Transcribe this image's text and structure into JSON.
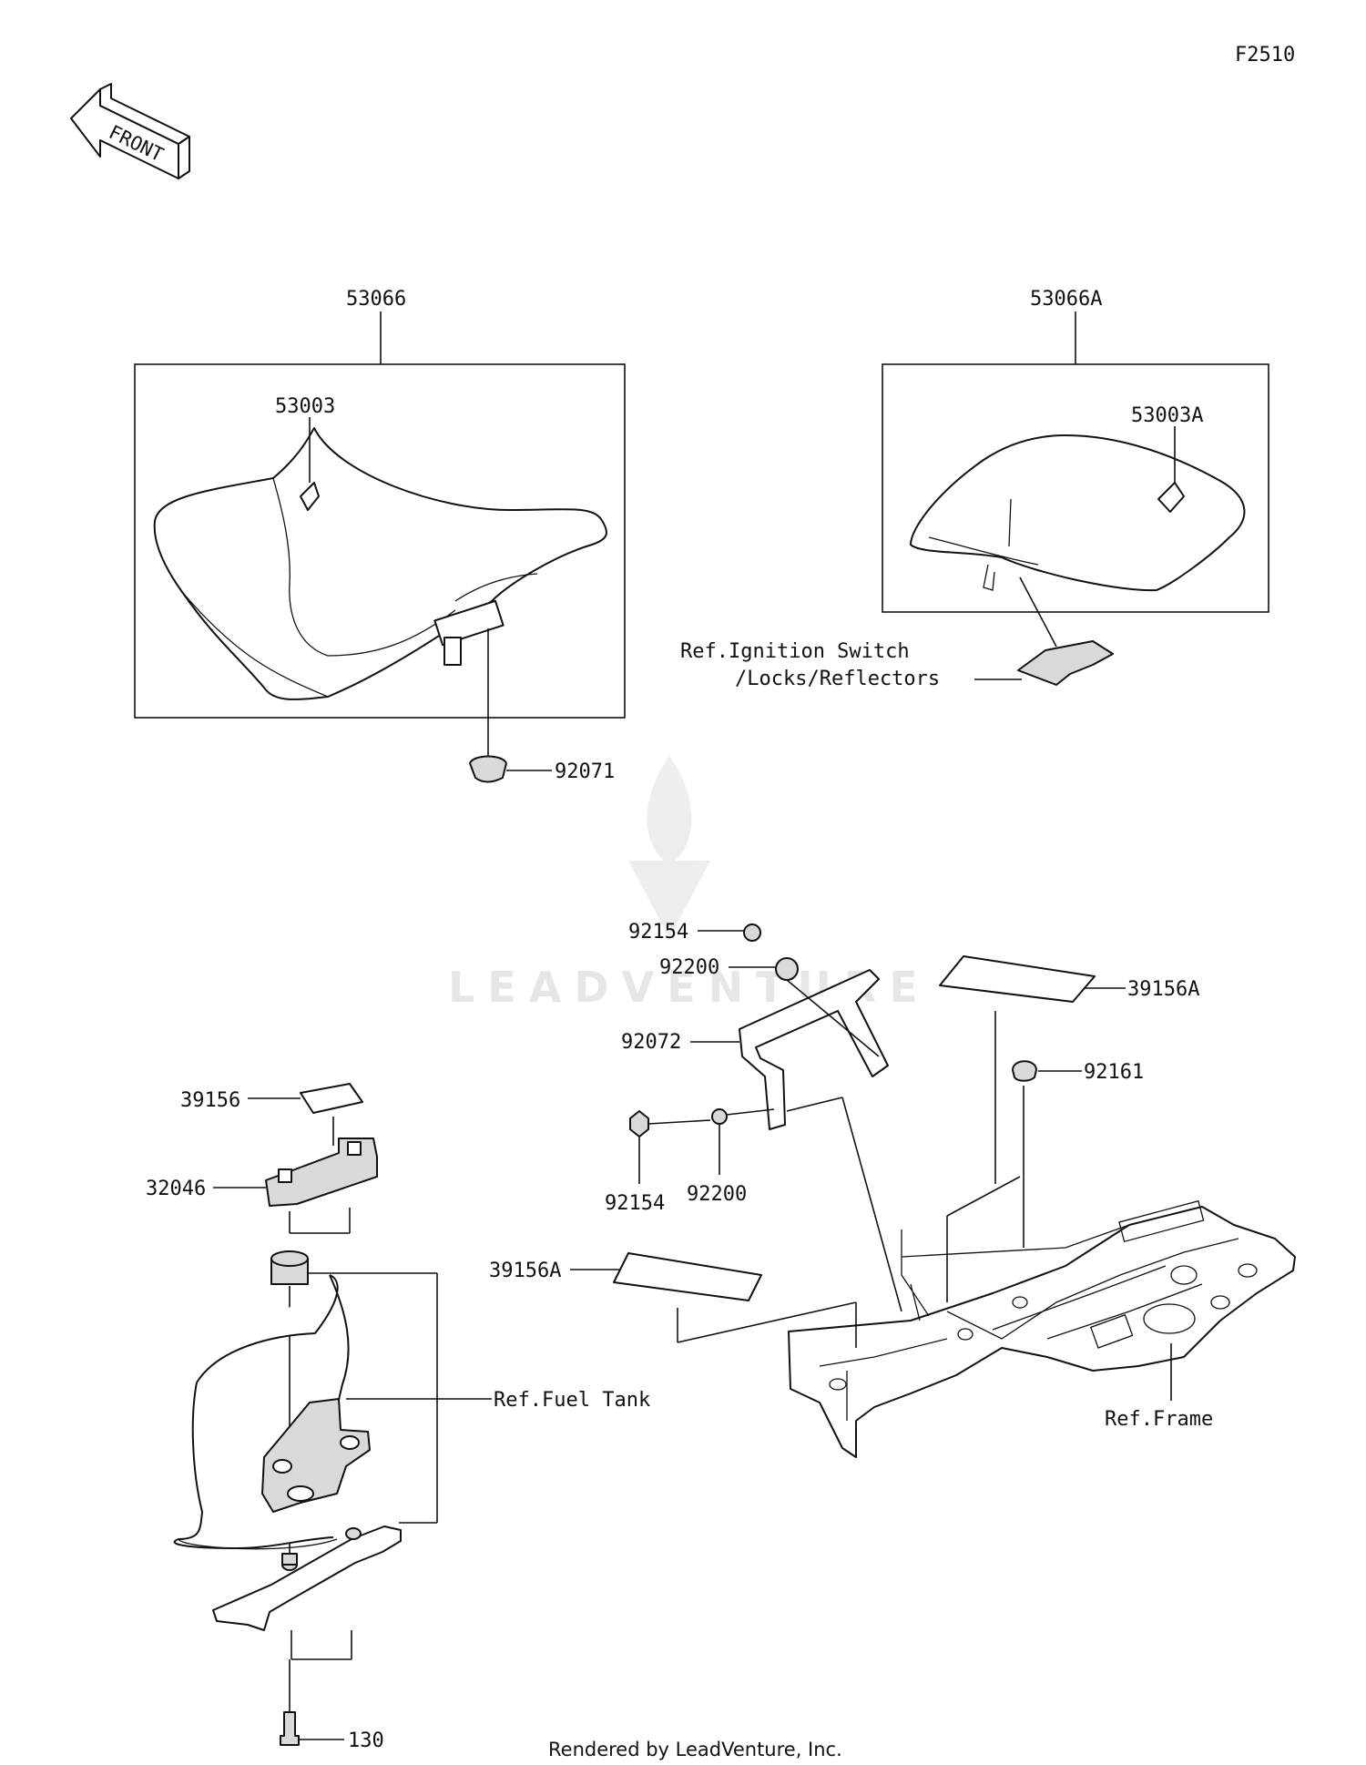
{
  "figure_code": "F2510",
  "front_arrow_text": "FRONT",
  "labels": {
    "rider_seat_assy": "53066",
    "rider_seat_cover": "53003",
    "grommet": "92071",
    "pillion_seat_assy": "53066A",
    "pillion_seat_cover": "53003A",
    "ref_ignition_line1": "Ref.Ignition Switch",
    "ref_ignition_line2": "/Locks/Reflectors",
    "nut_top": "92154",
    "washer_top": "92200",
    "bracket": "92072",
    "pad_right_top": "39156A",
    "cap": "92161",
    "bolt_bottom": "92154",
    "washer_bottom": "92200",
    "pad_left_middle": "39156A",
    "pad_left_top": "39156",
    "holder": "32046",
    "ref_fuel_tank": "Ref.Fuel Tank",
    "ref_frame": "Ref.Frame",
    "screw": "130"
  },
  "watermark": "LEADVENTURE",
  "footer": "Rendered by LeadVenture, Inc."
}
